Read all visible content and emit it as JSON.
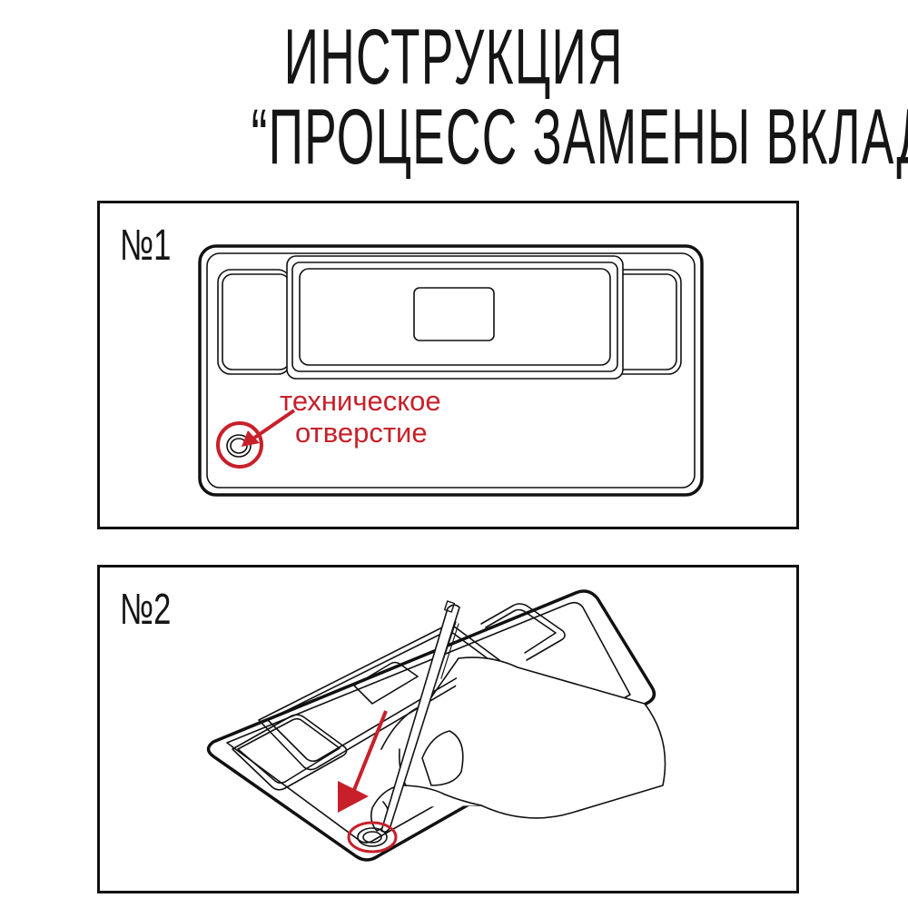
{
  "header": {
    "title_line1": "ИНСТРУКЦИЯ",
    "title_line2": "“ПРОЦЕСС ЗАМЕНЫ ВКЛАДЫША”"
  },
  "steps": [
    {
      "label": "№1",
      "illustration": "tray-top-view",
      "callout": {
        "line1": "техническое",
        "line2": "отверстие",
        "target": "technical-hole"
      }
    },
    {
      "label": "№2",
      "illustration": "hand-pressing-pen-into-technical-hole",
      "arrow": "push-down-arrow"
    }
  ],
  "colors": {
    "ink": "#111111",
    "accent_red": "#c8202a",
    "background": "#ffffff"
  }
}
